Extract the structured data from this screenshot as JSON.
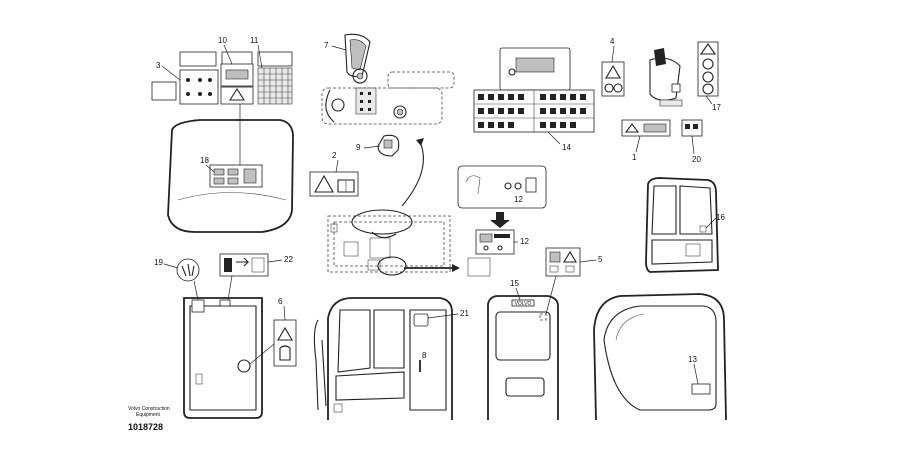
{
  "caption_line1": "Volvo Construction",
  "caption_line2": "Equipment",
  "drawing_number": "1018728",
  "callouts": {
    "c1": "1",
    "c2": "2",
    "c3": "3",
    "c4": "4",
    "c5": "5",
    "c6": "6",
    "c7": "7",
    "c8": "8",
    "c9": "9",
    "c10": "10",
    "c11": "11",
    "c12a": "12",
    "c12b": "12",
    "c13": "13",
    "c14": "14",
    "c15": "15",
    "c16": "16",
    "c17": "17",
    "c18": "18",
    "c19": "19",
    "c20": "20",
    "c21": "21",
    "c22": "22"
  },
  "brand_label": "VOLVO",
  "icons": [
    "warning-triangle-icon",
    "manual-book-icon",
    "arrow-icon",
    "hand-icon",
    "exit-icon"
  ]
}
